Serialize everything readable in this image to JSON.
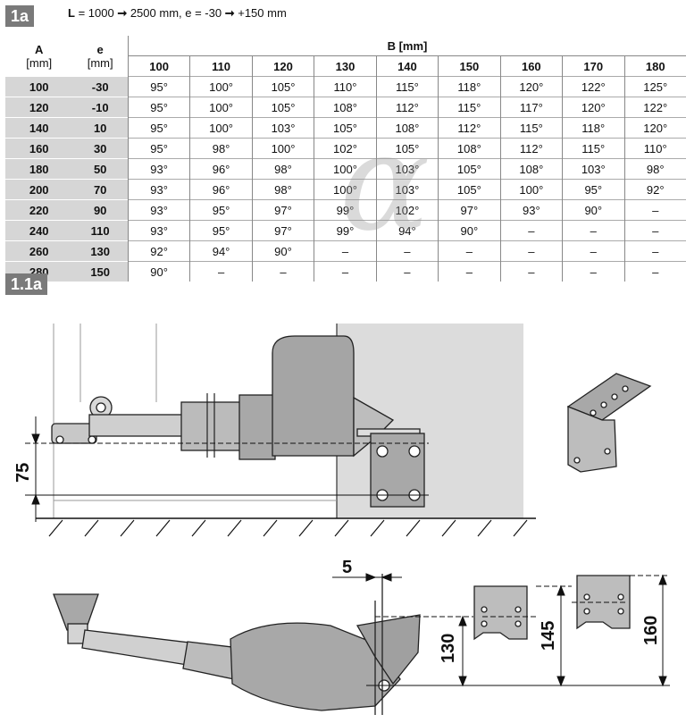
{
  "badges": {
    "table": "1a",
    "diagram": "1.1a"
  },
  "params": {
    "L_label": "L",
    "L_eq": " = 1000 ",
    "L_range_end": " 2500 mm, e = -30 ",
    "e_range_end": " +150 mm"
  },
  "headers": {
    "a": "A",
    "a_unit": "[mm]",
    "e": "e",
    "e_unit": "[mm]",
    "b": "B [mm]"
  },
  "columns": [
    "100",
    "110",
    "120",
    "130",
    "140",
    "150",
    "160",
    "170",
    "180"
  ],
  "rows": [
    {
      "a": "100",
      "e": "-30",
      "vals": [
        "95°",
        "100°",
        "105°",
        "110°",
        "115°",
        "118°",
        "120°",
        "122°",
        "125°"
      ]
    },
    {
      "a": "120",
      "e": "-10",
      "vals": [
        "95°",
        "100°",
        "105°",
        "108°",
        "112°",
        "115°",
        "117°",
        "120°",
        "122°"
      ]
    },
    {
      "a": "140",
      "e": "10",
      "vals": [
        "95°",
        "100°",
        "103°",
        "105°",
        "108°",
        "112°",
        "115°",
        "118°",
        "120°"
      ]
    },
    {
      "a": "160",
      "e": "30",
      "vals": [
        "95°",
        "98°",
        "100°",
        "102°",
        "105°",
        "108°",
        "112°",
        "115°",
        "110°"
      ]
    },
    {
      "a": "180",
      "e": "50",
      "vals": [
        "93°",
        "96°",
        "98°",
        "100°",
        "103°",
        "105°",
        "108°",
        "103°",
        "98°"
      ]
    },
    {
      "a": "200",
      "e": "70",
      "vals": [
        "93°",
        "96°",
        "98°",
        "100°",
        "103°",
        "105°",
        "100°",
        "95°",
        "92°"
      ]
    },
    {
      "a": "220",
      "e": "90",
      "vals": [
        "93°",
        "95°",
        "97°",
        "99°",
        "102°",
        "97°",
        "93°",
        "90°",
        "–"
      ]
    },
    {
      "a": "240",
      "e": "110",
      "vals": [
        "93°",
        "95°",
        "97°",
        "99°",
        "94°",
        "90°",
        "–",
        "–",
        "–"
      ]
    },
    {
      "a": "260",
      "e": "130",
      "vals": [
        "92°",
        "94°",
        "90°",
        "–",
        "–",
        "–",
        "–",
        "–",
        "–"
      ]
    },
    {
      "a": "280",
      "e": "150",
      "vals": [
        "90°",
        "–",
        "–",
        "–",
        "–",
        "–",
        "–",
        "–",
        "–"
      ]
    }
  ],
  "watermark": "α",
  "dimensions": {
    "d75": "75",
    "d5": "5",
    "d130": "130",
    "d145": "145",
    "d160": "160"
  }
}
